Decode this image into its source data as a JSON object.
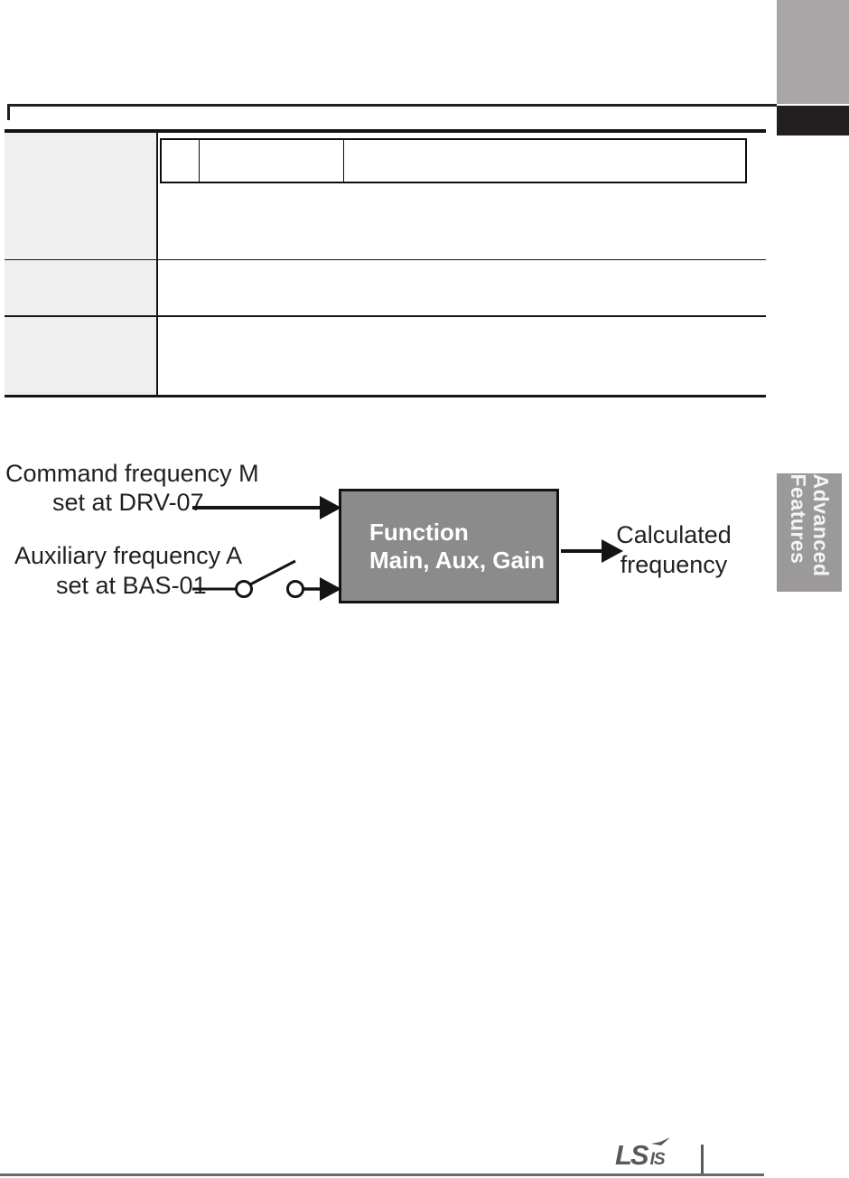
{
  "diagram": {
    "input1": {
      "line1": "Command frequency M",
      "line2": "set at DRV-07"
    },
    "input2": {
      "line1": "Auxiliary frequency A",
      "line2": "set at BAS-01"
    },
    "function_box": {
      "line1": "Function",
      "line2": "Main, Aux, Gain"
    },
    "output": {
      "line1": "Calculated",
      "line2": "frequency"
    }
  },
  "sidebar_tab": {
    "line1": "Advanced",
    "line2": "Features"
  },
  "footer": {
    "logo_main": "LS",
    "logo_sub": "IS"
  },
  "colors": {
    "corner_gray": "#a8a6a7",
    "corner_black": "#231f20",
    "table_header_gray": "#efefef",
    "table_border": "#161314",
    "function_box_gray": "#8b8b8b",
    "function_box_text": "#ffffff",
    "side_tab_gray": "#9b999a",
    "side_tab_text": "#f4f4f4",
    "diagram_text": "#231f20",
    "logo_gray": "#58595b"
  }
}
